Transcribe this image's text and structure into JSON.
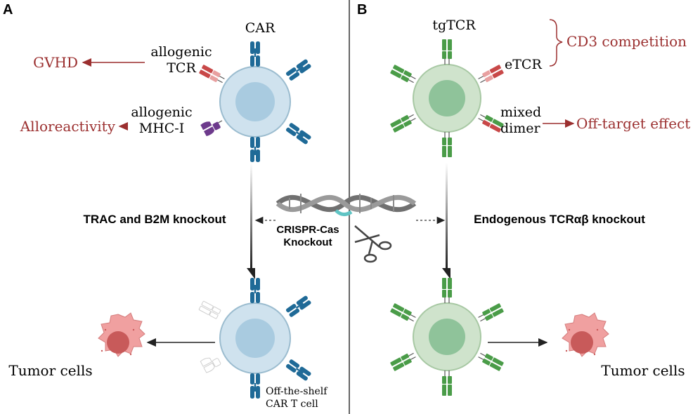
{
  "colors": {
    "effect_text": "#9b2f2f",
    "car_receptor": "#1f6a97",
    "tcr_green": "#4a9c48",
    "tcr_red": "#c84848",
    "mhc_purple": "#6d3a8c",
    "cell_blue": "#cfe2ee",
    "cell_green": "#cfe3cc",
    "tumor": "#f0a0a0",
    "ghost": "#d8d8d8"
  },
  "panel_a": {
    "letter": "A",
    "car_label": "CAR",
    "tcr_label_1": "allogenic",
    "tcr_label_2": "TCR",
    "mhc_label_1": "allogenic",
    "mhc_label_2": "MHC-I",
    "gvhd": "GVHD",
    "alloreactivity": "Alloreactivity",
    "knockout_label": "TRAC and B2M knockout",
    "tumor_label": "Tumor cells",
    "product_label_1": "Off-the-shelf",
    "product_label_2": "CAR T cell"
  },
  "panel_b": {
    "letter": "B",
    "tgtcr_label": "tgTCR",
    "etcr_label": "eTCR",
    "cd3_label": "CD3 competition",
    "mixed_label_1": "mixed",
    "mixed_label_2": "dimer",
    "off_target": "Off-target effect",
    "knockout_label": "Endogenous TCRαβ knockout",
    "tumor_label": "Tumor cells"
  },
  "center": {
    "crispr_label_1": "CRISPR-Cas",
    "crispr_label_2": "Knockout"
  }
}
